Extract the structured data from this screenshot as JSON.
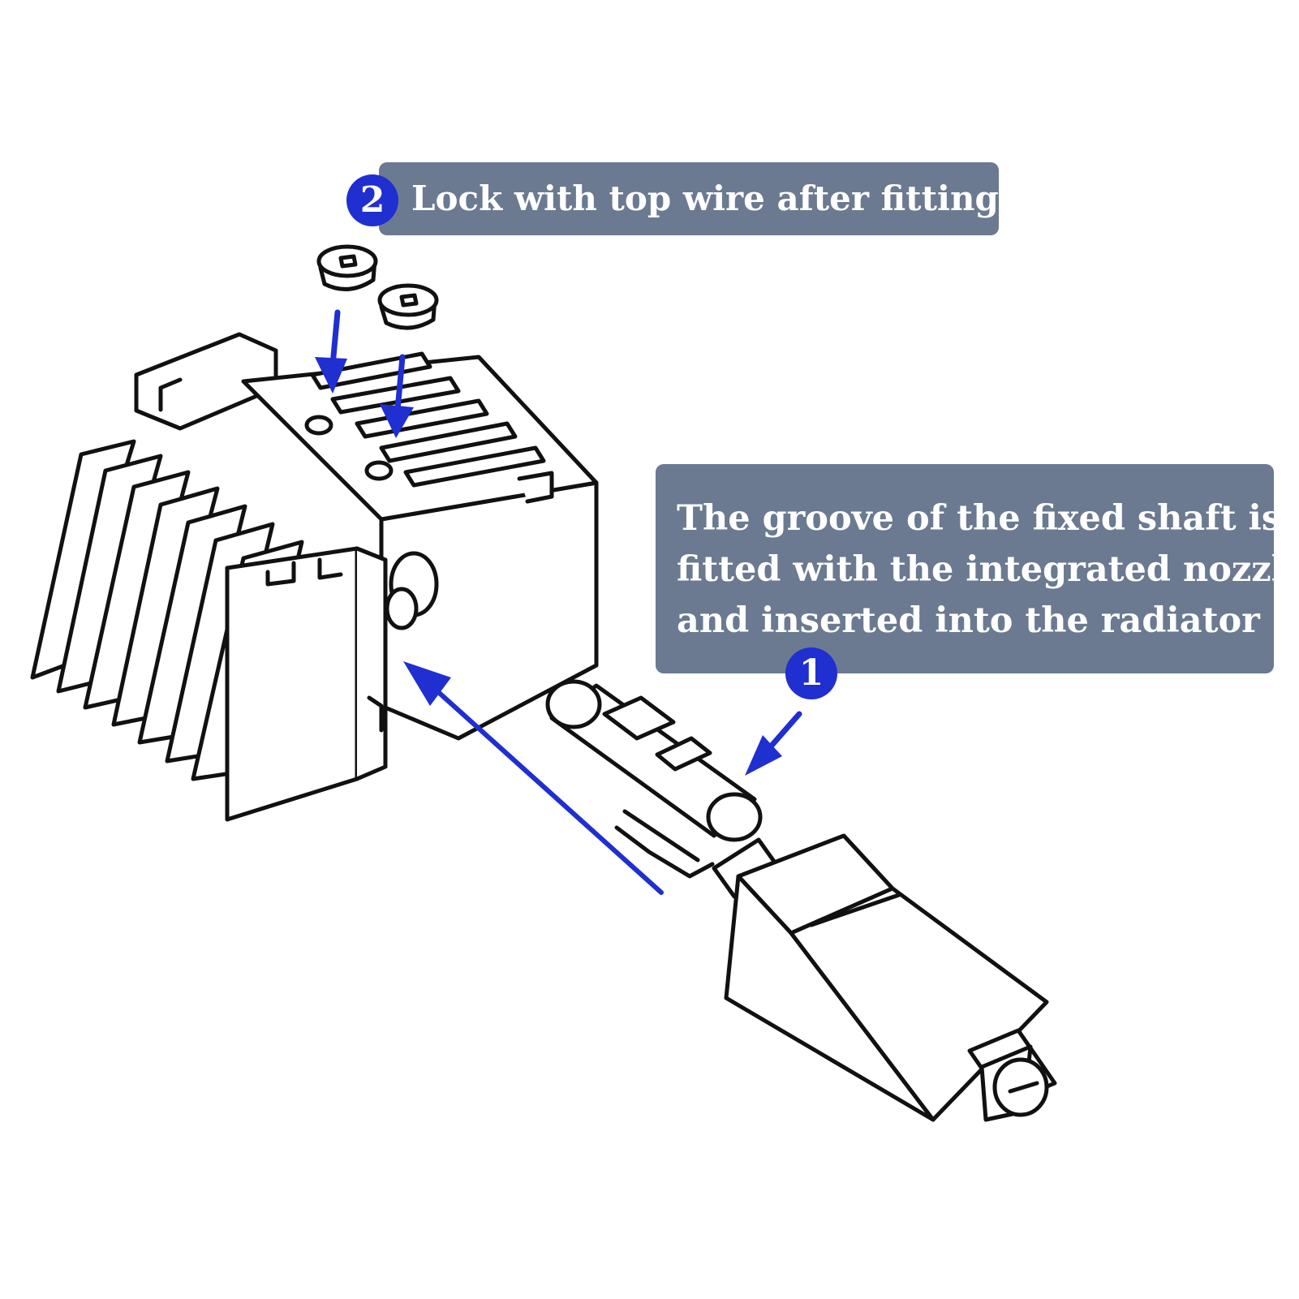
{
  "callout_top": {
    "step_number": "2",
    "text": "Lock with top wire after fitting."
  },
  "callout_right": {
    "step_number": "1",
    "lines": [
      "The groove of the fixed shaft is",
      "fitted with the integrated nozzle",
      "and inserted into the radiator"
    ]
  },
  "colors": {
    "callout_bg": "#6b7a90",
    "badge_blue": "#1f2fd0",
    "arrow_blue": "#1f2fd0",
    "line_art": "#111111"
  }
}
